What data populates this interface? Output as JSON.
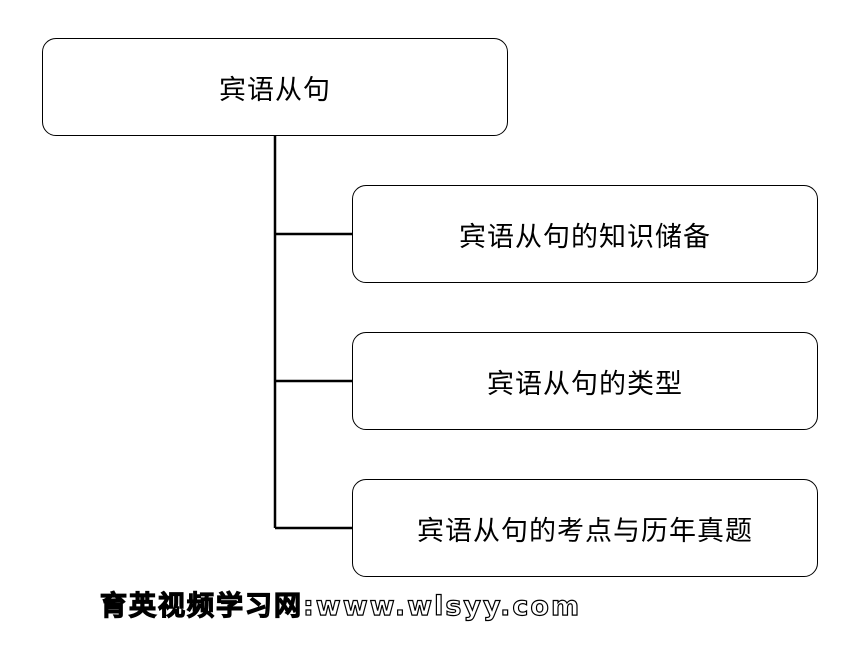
{
  "diagram": {
    "root": {
      "label": "宾语从句"
    },
    "children": [
      {
        "label": "宾语从句的知识储备"
      },
      {
        "label": "宾语从句的类型"
      },
      {
        "label": "宾语从句的考点与历年真题"
      }
    ]
  },
  "watermark": {
    "text": "育英视频学习网:www.wlsyy.com"
  },
  "colors": {
    "line": "#000000",
    "box_border": "#000000",
    "background": "#ffffff"
  }
}
